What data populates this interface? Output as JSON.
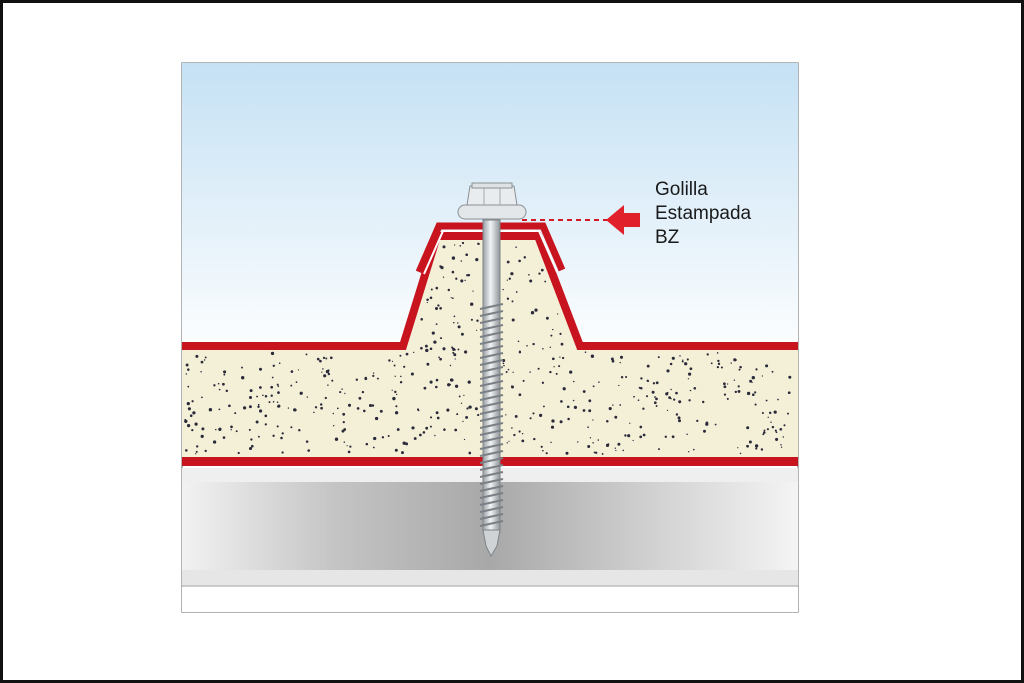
{
  "callout": {
    "lines": [
      "Golilla",
      "Estampada",
      "BZ"
    ]
  },
  "colors": {
    "frame": "#111111",
    "sky_top": "#c8e3f5",
    "sky_bottom": "#ffffff",
    "foam": "#f4f0d8",
    "sheet_red": "#c8141e",
    "substrate_light": "#f1f1f1",
    "substrate_dark": "#b5b5b5",
    "screw": "#d6dadd",
    "arrow": "#e0202a"
  },
  "icons": {
    "screw": "self-drilling-screw-icon",
    "arrow": "left-arrow-icon"
  }
}
